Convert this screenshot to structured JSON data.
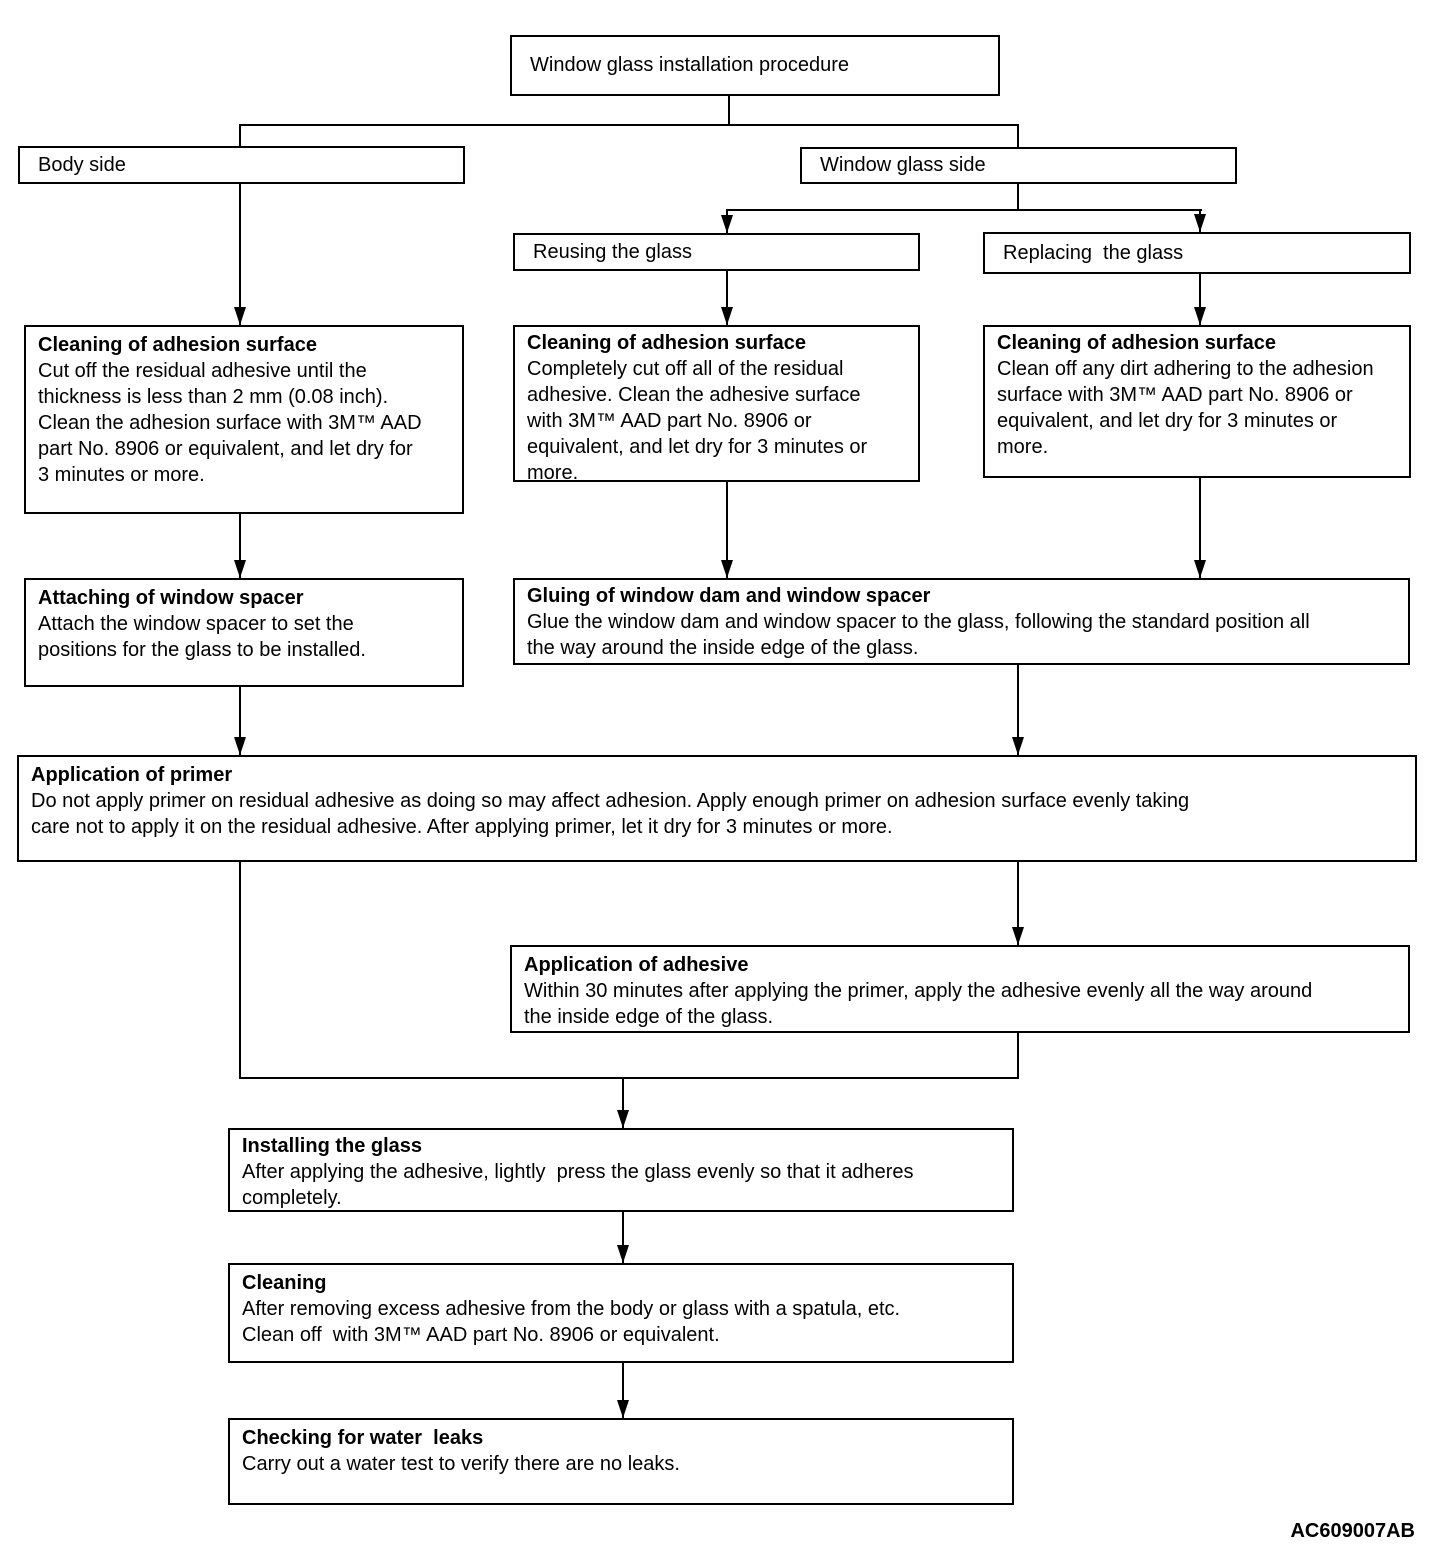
{
  "diagram": {
    "figure_code": "AC609007AB",
    "colors": {
      "line": "#000000",
      "background": "#ffffff",
      "text": "#000000"
    },
    "nodes": {
      "title": {
        "label": "Window glass installation procedure"
      },
      "body_side": {
        "label": "Body side"
      },
      "window_glass_side": {
        "label": "Window glass side"
      },
      "reusing": {
        "label": "Reusing the glass"
      },
      "replacing": {
        "label": "Replacing  the glass"
      },
      "clean_body": {
        "title": "Cleaning of adhesion surface",
        "body": "Cut off the residual adhesive until the\nthickness is less than 2 mm (0.08 inch).\nClean the adhesion surface with 3M™ AAD\npart No. 8906 or equivalent, and let dry for\n3 minutes or more."
      },
      "clean_reuse": {
        "title": "Cleaning of adhesion surface",
        "body": "Completely cut off all of the residual\nadhesive. Clean the adhesive surface\nwith 3M™ AAD part No. 8906 or\nequivalent, and let dry for 3 minutes or\nmore."
      },
      "clean_replace": {
        "title": "Cleaning of adhesion surface",
        "body": "Clean off any dirt adhering to the adhesion\nsurface with 3M™ AAD part No. 8906 or\nequivalent, and let dry for 3 minutes or\nmore."
      },
      "attach_spacer": {
        "title": "Attaching of window spacer",
        "body": "Attach the window spacer to set the\npositions for the glass to be installed."
      },
      "gluing": {
        "title": "Gluing of window dam and window spacer",
        "body": "Glue the window dam and window spacer to the glass, following the standard position all\nthe way around the inside edge of the glass."
      },
      "primer": {
        "title": "Application of primer",
        "body": "Do not apply primer on residual adhesive as doing so may affect adhesion. Apply enough primer on adhesion surface evenly taking\ncare not to apply it on the residual adhesive. After applying primer, let it dry for 3 minutes or more."
      },
      "adhesive": {
        "title": "Application of adhesive",
        "body": "Within 30 minutes after applying the primer, apply the adhesive evenly all the way around\nthe inside edge of the glass."
      },
      "installing": {
        "title": "Installing the glass",
        "body": "After applying the adhesive, lightly  press the glass evenly so that it adheres\ncompletely."
      },
      "cleaning": {
        "title": "Cleaning",
        "body": "After removing excess adhesive from the body or glass with a spatula, etc.\nClean off  with 3M™ AAD part No. 8906 or equivalent."
      },
      "water_leaks": {
        "title": "Checking for water  leaks",
        "body": "Carry out a water test to verify there are no leaks."
      }
    }
  }
}
